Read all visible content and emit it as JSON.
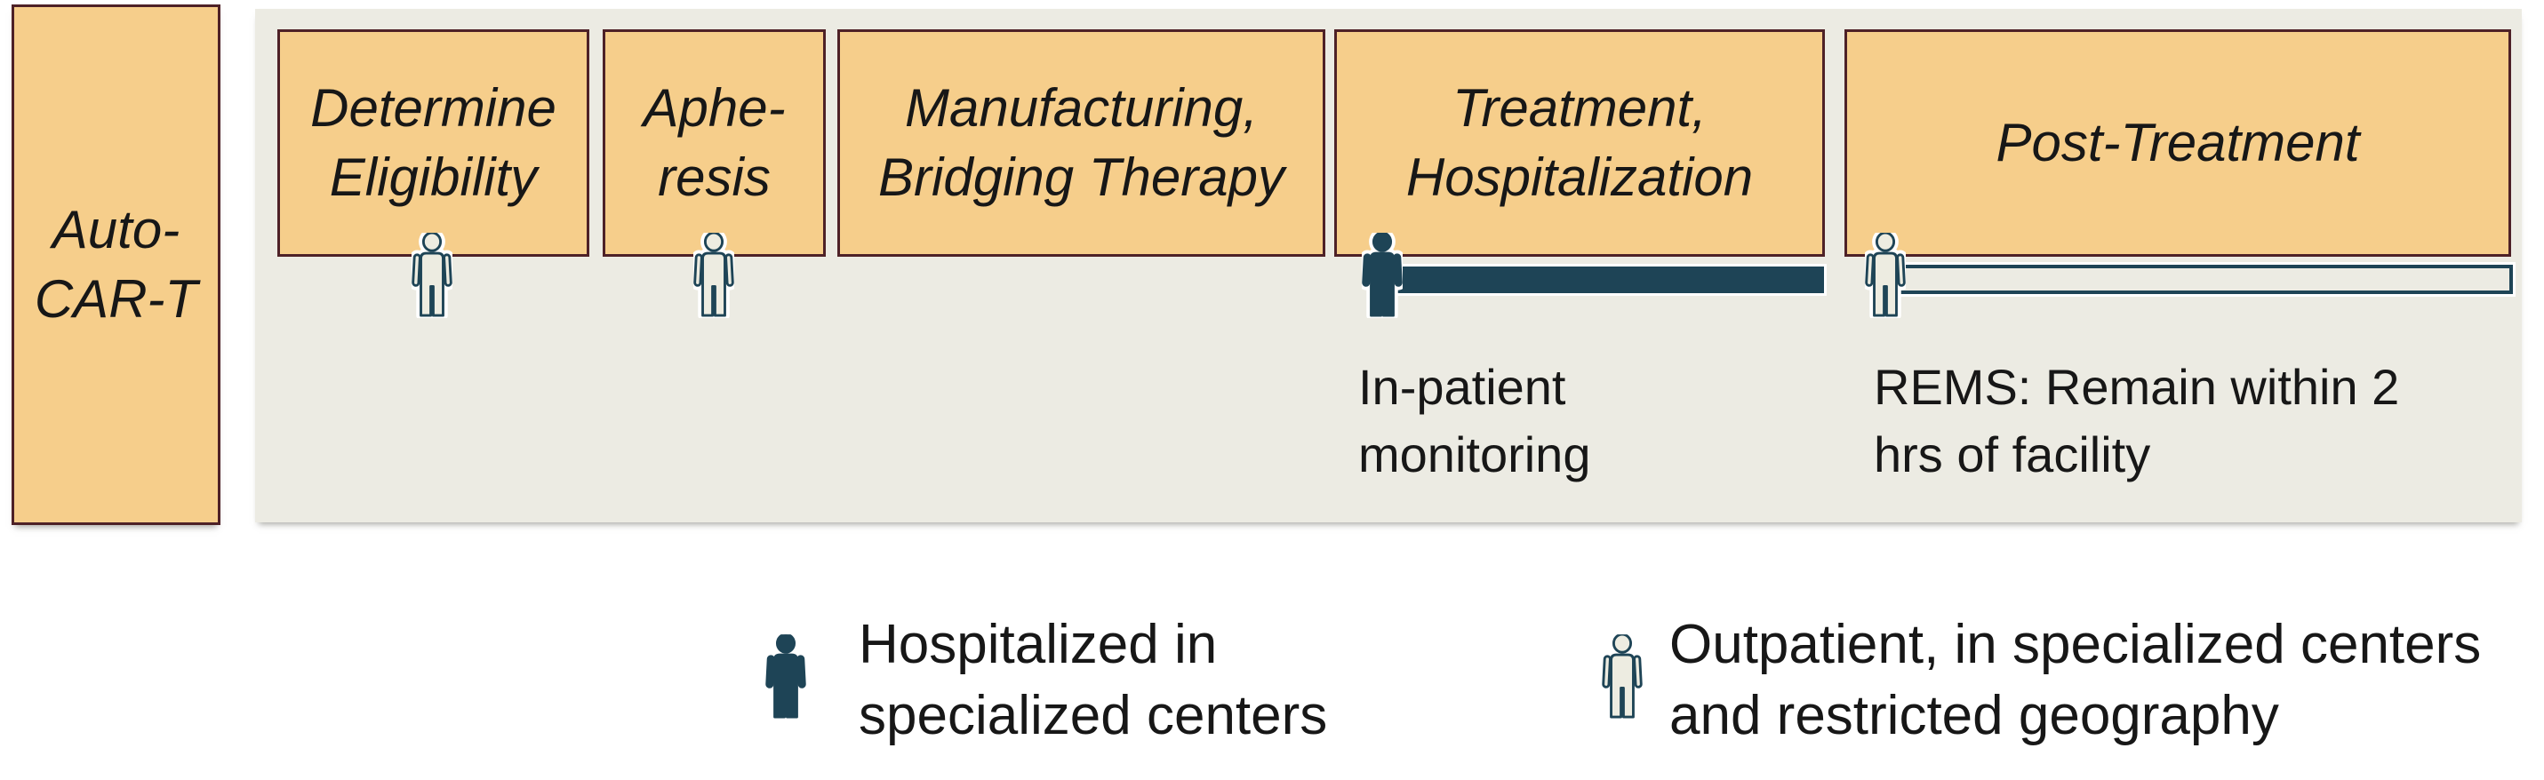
{
  "diagram_title_box": {
    "label": "Auto-\nCAR-T"
  },
  "stages": [
    {
      "label": "Determine\nEligibility",
      "person": "outline-person-icon"
    },
    {
      "label": "Aphe-\nresis",
      "person": "outline-person-icon"
    },
    {
      "label": "Manufacturing,\nBridging Therapy",
      "person": null
    },
    {
      "label": "Treatment,\nHospitalization",
      "person": "filled-person-icon",
      "bar": "solid",
      "note": "In-patient\nmonitoring"
    },
    {
      "label": "Post-Treatment",
      "person": "outline-person-icon",
      "bar": "hollow",
      "note": "REMS: Remain within 2\nhrs of facility"
    }
  ],
  "legend": {
    "items": [
      {
        "icon": "filled-person-icon",
        "label": "Hospitalized in\nspecialized centers"
      },
      {
        "icon": "outline-person-icon",
        "label": "Outpatient, in specialized centers\nand restricted geography"
      }
    ]
  },
  "colors": {
    "stage_fill": "#F6CE8B",
    "stage_border": "#4E2127",
    "panel_background": "#ECEBE3",
    "accent_navy": "#1E4456",
    "icon_cream_fill": "#EDECE1",
    "text": "#171717",
    "page_background": "#FFFFFF"
  }
}
